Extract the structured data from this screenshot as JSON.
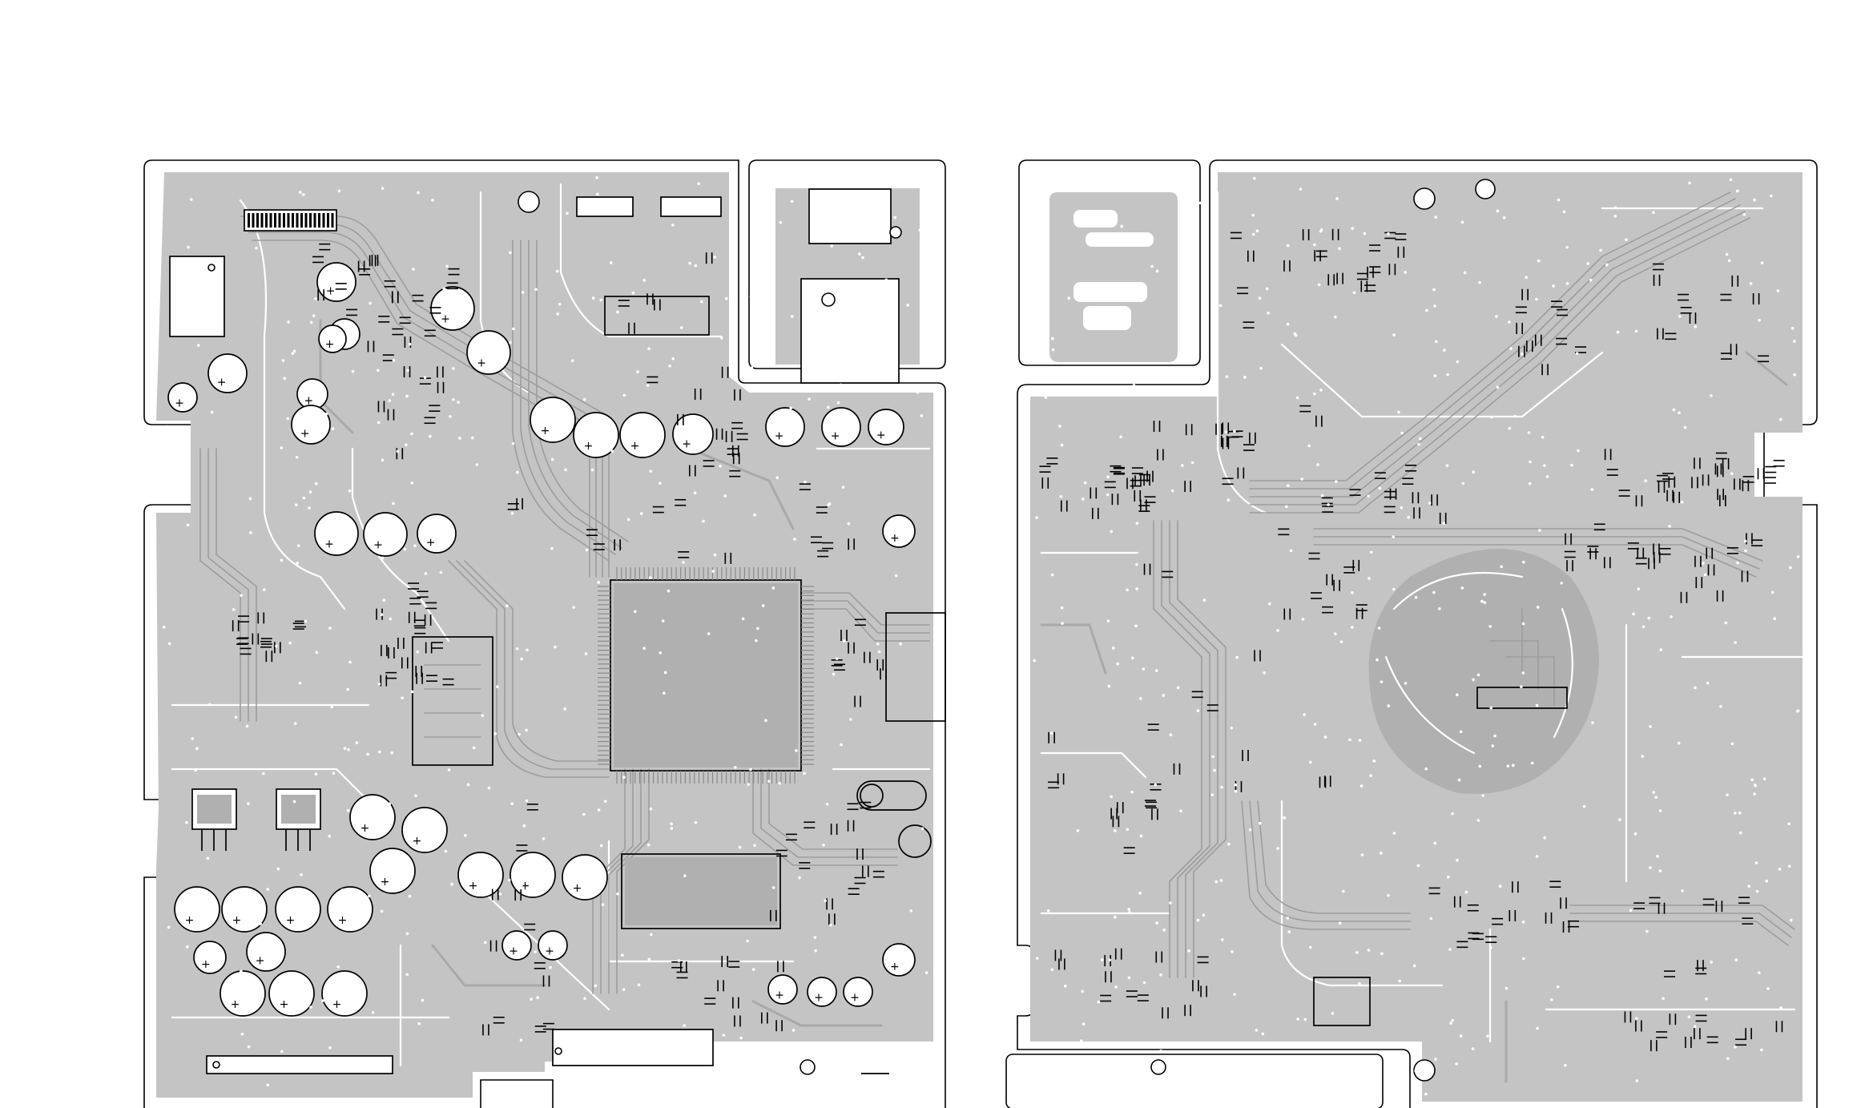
{
  "figure": {
    "kind": "printed circuit board layout",
    "colors": {
      "background": "#ffffff",
      "copper": "#c4c4c4",
      "trace": "#a9a9a9",
      "silkscreen": "#000000"
    }
  },
  "boards": [
    {
      "side": "left",
      "electrolytic_capacitor_marking": "+",
      "ic_count": 3
    },
    {
      "side": "right",
      "ic_count": 1
    }
  ]
}
